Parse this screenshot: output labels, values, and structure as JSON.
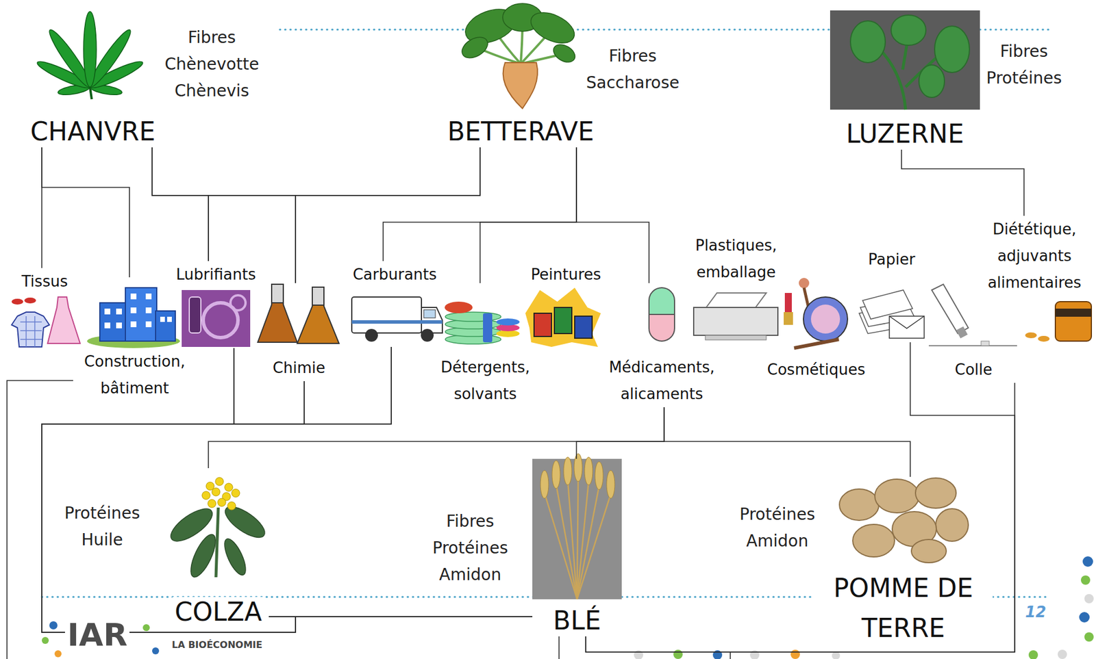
{
  "diagram": {
    "nodes": [
      {
        "text": [
          "CHANVRE",
          "Fibres Chènevotte Chènevis"
        ]
      },
      {
        "text": [
          "BETTERAVE",
          "Fibres Saccharose"
        ]
      },
      {
        "text": [
          "LUZERNE",
          "Fibres Protéines"
        ]
      },
      {
        "text": [
          "Tissus"
        ]
      },
      {
        "text": [
          "Lubrifiants"
        ]
      },
      {
        "text": [
          "Carburants"
        ]
      },
      {
        "text": [
          "Peintures"
        ]
      },
      {
        "text": [
          "Plastiques, emballage"
        ]
      },
      {
        "text": [
          "Papier"
        ]
      },
      {
        "text": [
          "Diététique, adjuvants alimentaires"
        ]
      },
      {
        "text": [
          "Construction, bâtiment"
        ]
      },
      {
        "text": [
          "Chimie"
        ]
      },
      {
        "text": [
          "Détergents, solvants"
        ]
      },
      {
        "text": [
          "Médicaments, alicaments"
        ]
      },
      {
        "text": [
          "Cosmétiques"
        ]
      },
      {
        "text": [
          "Colle"
        ]
      },
      {
        "text": [
          "COLZA",
          "Protéines Huile"
        ]
      },
      {
        "text": [
          "BLÉ",
          "Fibres Protéines Amidon"
        ]
      },
      {
        "text": [
          "POMME DE TERRE",
          "Protéines Amidon"
        ]
      }
    ],
    "edges": [
      {
        "from": 0,
        "to": 3,
        "arrow": "none"
      },
      {
        "from": 0,
        "to": 10,
        "arrow": "none"
      },
      {
        "from": 0,
        "to": 4,
        "arrow": "none"
      },
      {
        "from": 0,
        "to": 11,
        "arrow": "none"
      },
      {
        "from": 1,
        "to": 4,
        "arrow": "none"
      },
      {
        "from": 1,
        "to": 11,
        "arrow": "none"
      },
      {
        "from": 1,
        "to": 5,
        "arrow": "none"
      },
      {
        "from": 1,
        "to": 12,
        "arrow": "none"
      },
      {
        "from": 1,
        "to": 13,
        "arrow": "none"
      },
      {
        "from": 2,
        "to": 9,
        "arrow": "none"
      },
      {
        "from": 16,
        "to": 4,
        "arrow": "none"
      },
      {
        "from": 16,
        "to": 11,
        "arrow": "none"
      },
      {
        "from": 16,
        "to": 5,
        "arrow": "none"
      },
      {
        "from": 17,
        "to": 4,
        "arrow": "none"
      },
      {
        "from": 17,
        "to": 11,
        "arrow": "none"
      },
      {
        "from": 17,
        "to": 5,
        "arrow": "none"
      },
      {
        "from": 16,
        "to": 13,
        "arrow": "none"
      },
      {
        "from": 17,
        "to": 13,
        "arrow": "none"
      },
      {
        "from": 18,
        "to": 13,
        "arrow": "none"
      },
      {
        "from": 17,
        "to": 8,
        "arrow": "none"
      },
      {
        "from": 17,
        "to": 15,
        "arrow": "none"
      }
    ],
    "labels": [
      "IAR",
      "LA BIOÉCONOMIE",
      "12"
    ]
  }
}
